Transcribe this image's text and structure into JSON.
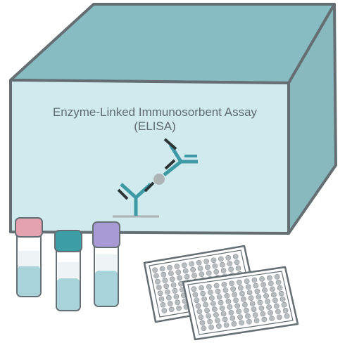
{
  "kit": {
    "title_line1": "Enzyme-Linked Immunosorbent Assay",
    "title_line2": "(ELISA)"
  },
  "colors": {
    "box_top": "#86bcc2",
    "box_front": "#d1eaee",
    "box_side": "#87b9bf",
    "outline": "#646e73",
    "antibody_teal": "#3e9aa5",
    "antibody_dark": "#2c3436",
    "antigen_gray": "#aeb3b5",
    "vial_pink_cap": "#e3a2ad",
    "vial_teal_cap": "#3e9ea8",
    "vial_purple_cap": "#a89bd5",
    "vial_liquid": "#a8d3d9",
    "plate_well": "#b7bcbf"
  },
  "vials": [
    {
      "cap": "pink",
      "fill_level": 0.45
    },
    {
      "cap": "teal",
      "fill_level": 0.45
    },
    {
      "cap": "purple",
      "fill_level": 0.55
    }
  ],
  "plates": [
    {
      "name": "back",
      "rows": 8,
      "cols": 12
    },
    {
      "name": "front",
      "rows": 8,
      "cols": 12
    }
  ]
}
